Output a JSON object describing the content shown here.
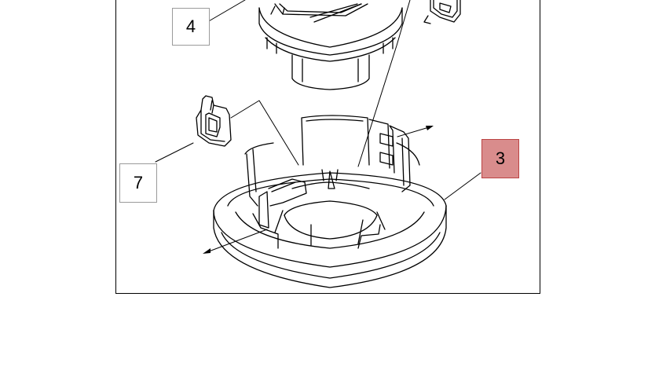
{
  "callouts": {
    "part_4": "4",
    "part_7": "7",
    "part_3": "3"
  },
  "colors": {
    "highlight_fill": "#d98c8c",
    "highlight_border": "#bb4444",
    "line": "#000000"
  }
}
